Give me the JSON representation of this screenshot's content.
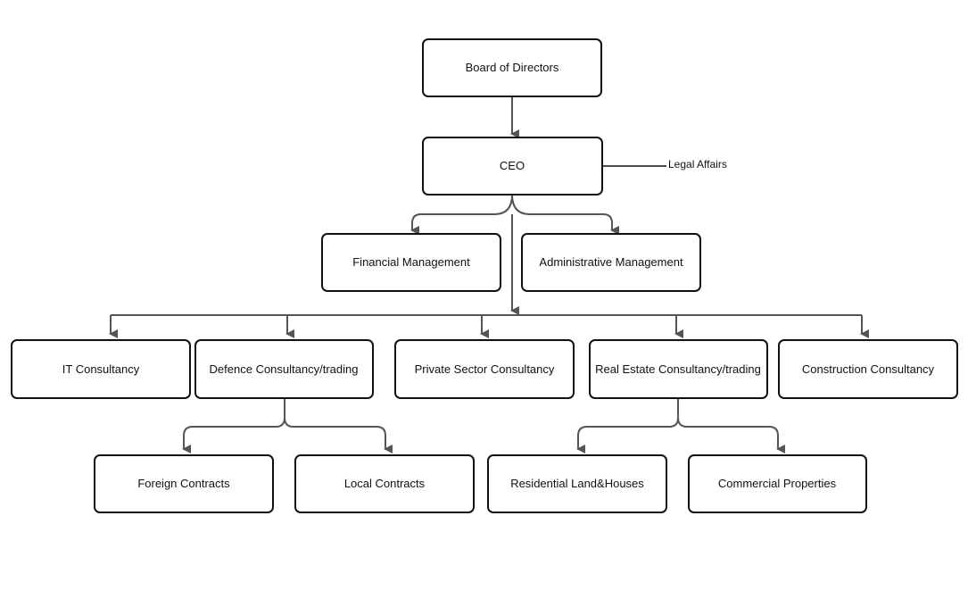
{
  "nodes": {
    "board": "Board of Directors",
    "ceo": "CEO",
    "financial": "Financial Management",
    "administrative": "Administrative Management",
    "it": "IT Consultancy",
    "defence": "Defence Consultancy/trading",
    "private": "Private Sector Consultancy",
    "realestate": "Real Estate Consultancy/trading",
    "construction": "Construction Consultancy",
    "foreign": "Foreign Contracts",
    "local": "Local Contracts",
    "residential": "Residential Land&Houses",
    "commercial": "Commercial Properties"
  },
  "side_labels": {
    "legal": "Legal Affairs"
  },
  "colors": {
    "connector": "#555555",
    "box_border": "#111111",
    "background": "#ffffff"
  }
}
